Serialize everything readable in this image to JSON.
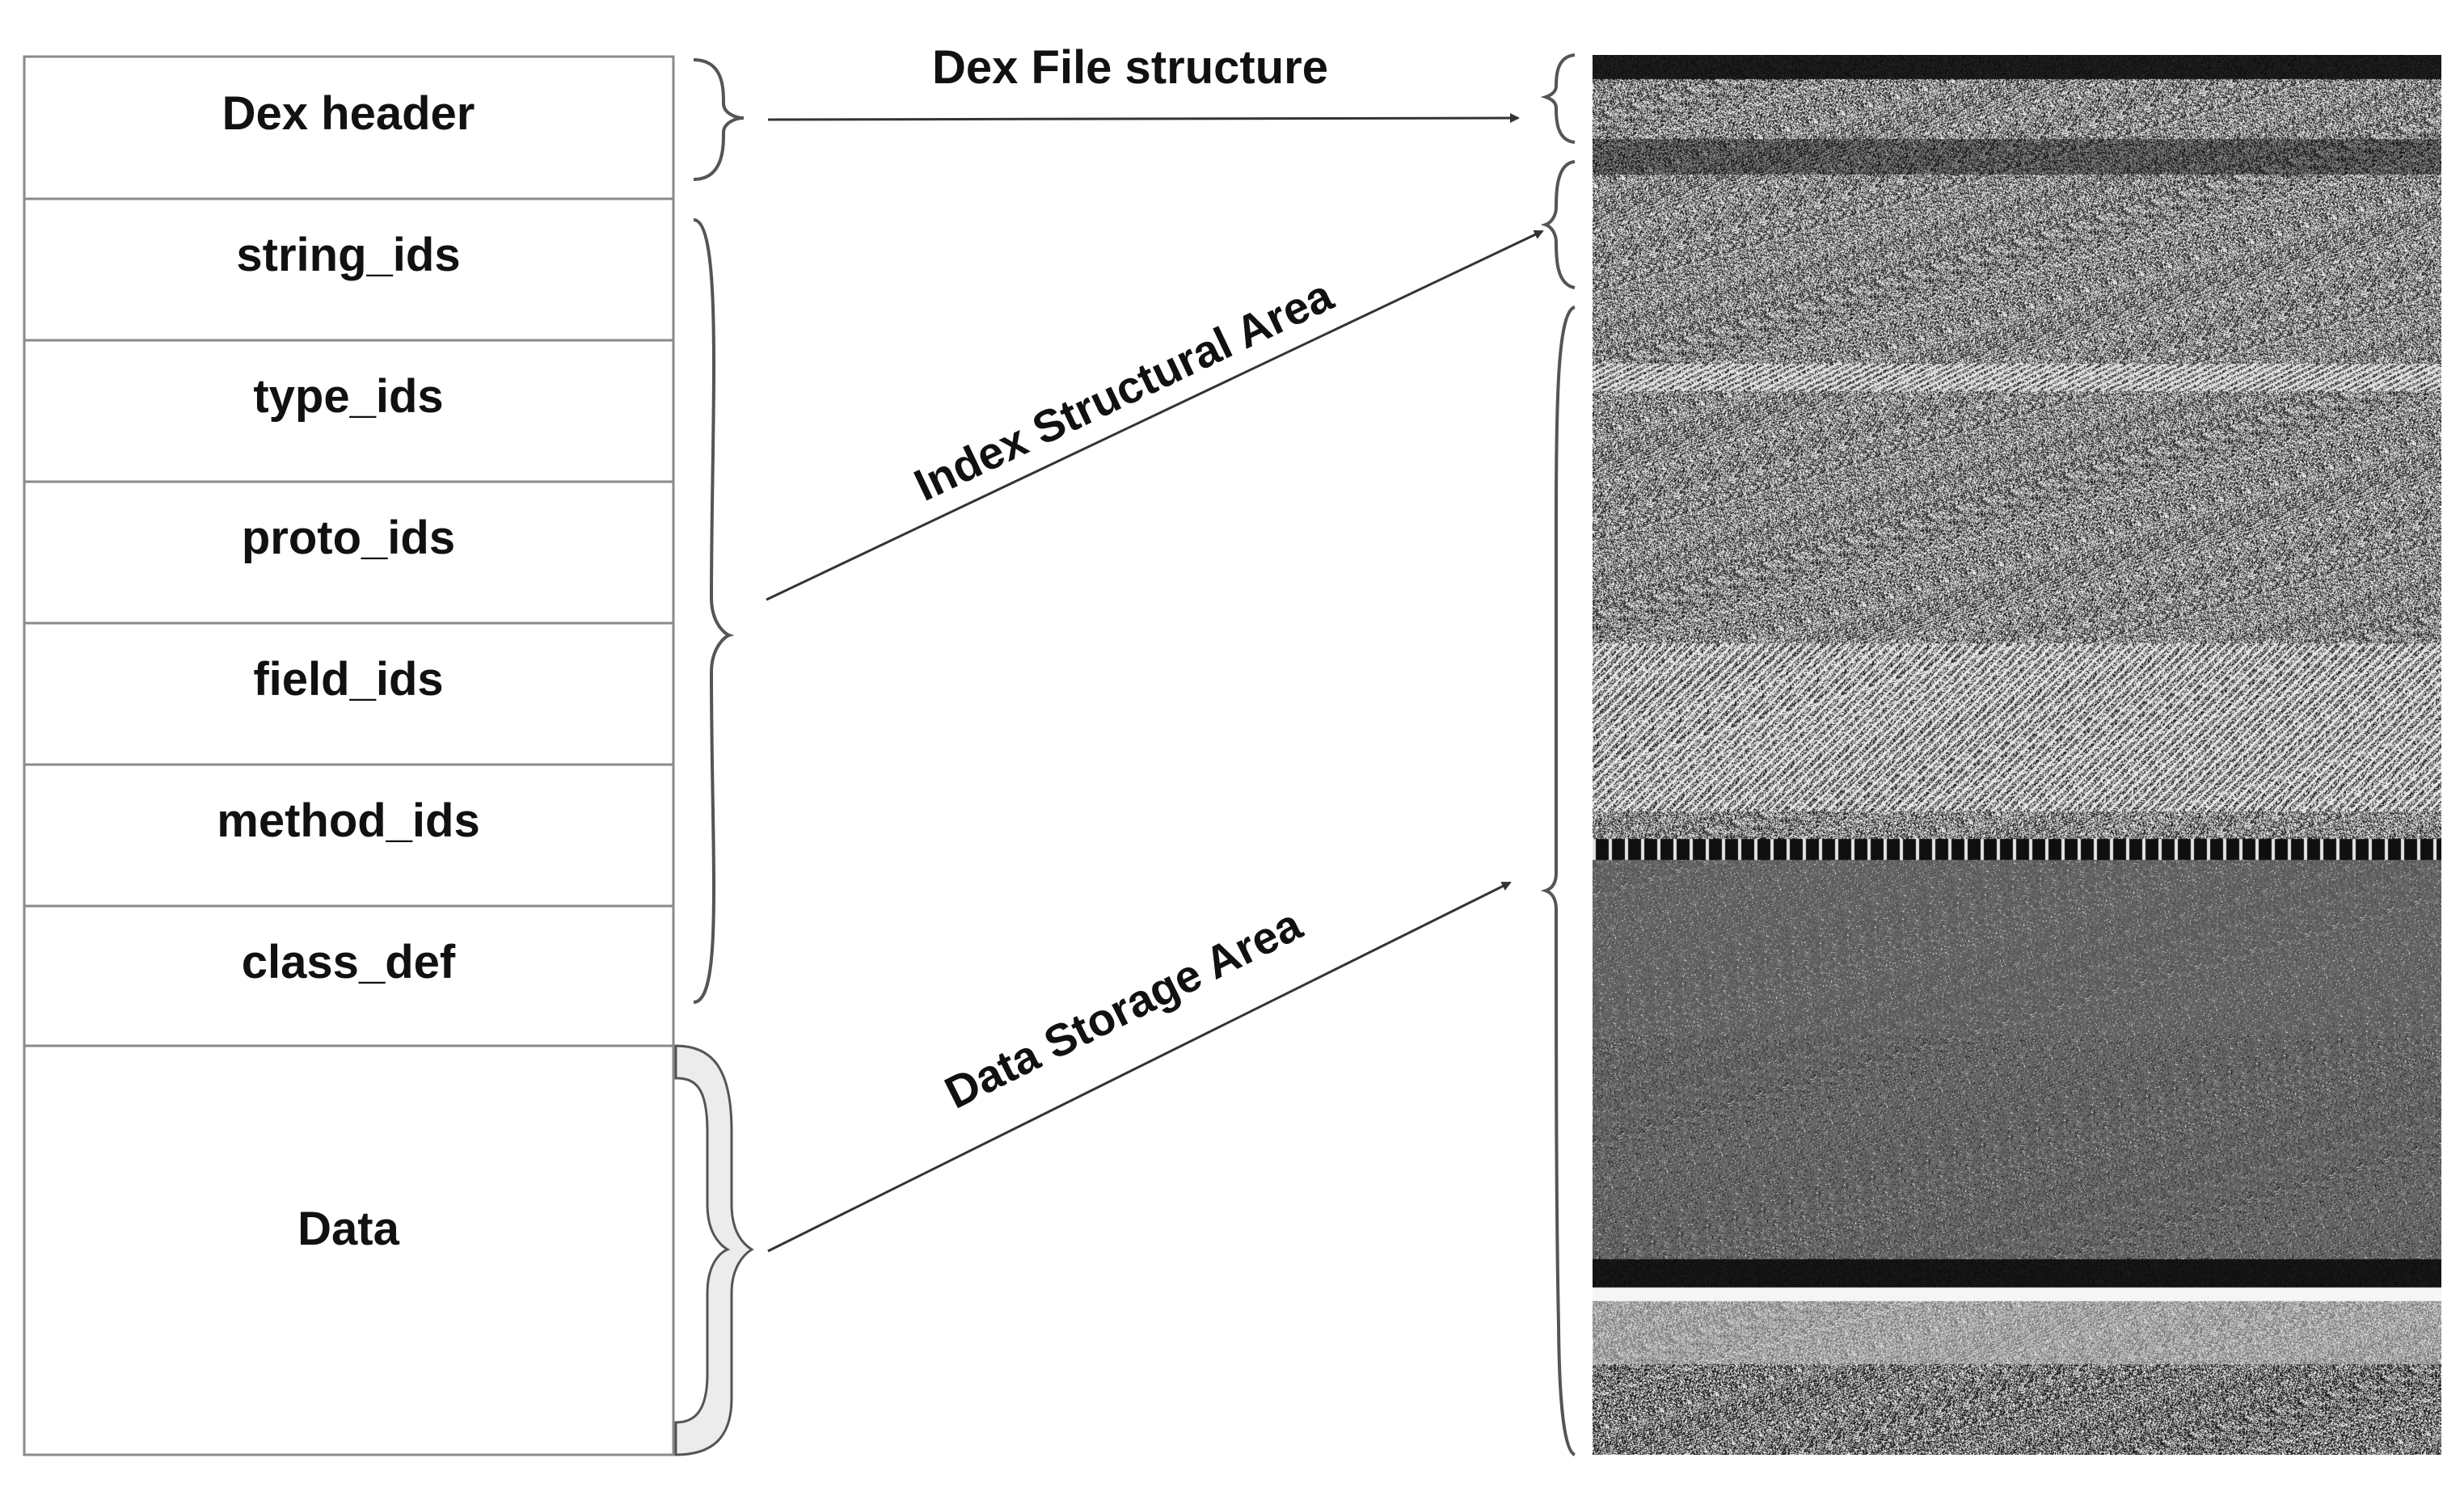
{
  "title": "Dex File structure",
  "sections": [
    {
      "id": "dex-header",
      "label": "Dex header"
    },
    {
      "id": "string-ids",
      "label": "string_ids"
    },
    {
      "id": "type-ids",
      "label": "type_ids"
    },
    {
      "id": "proto-ids",
      "label": "proto_ids"
    },
    {
      "id": "field-ids",
      "label": "field_ids"
    },
    {
      "id": "method-ids",
      "label": "method_ids"
    },
    {
      "id": "class-def",
      "label": "class_def"
    },
    {
      "id": "data",
      "label": "Data"
    }
  ],
  "areas": {
    "index": "Index Structural Area",
    "data": "Data Storage Area"
  },
  "colors": {
    "line": "#333333",
    "box_border": "#8a8a8a",
    "text": "#111111"
  }
}
